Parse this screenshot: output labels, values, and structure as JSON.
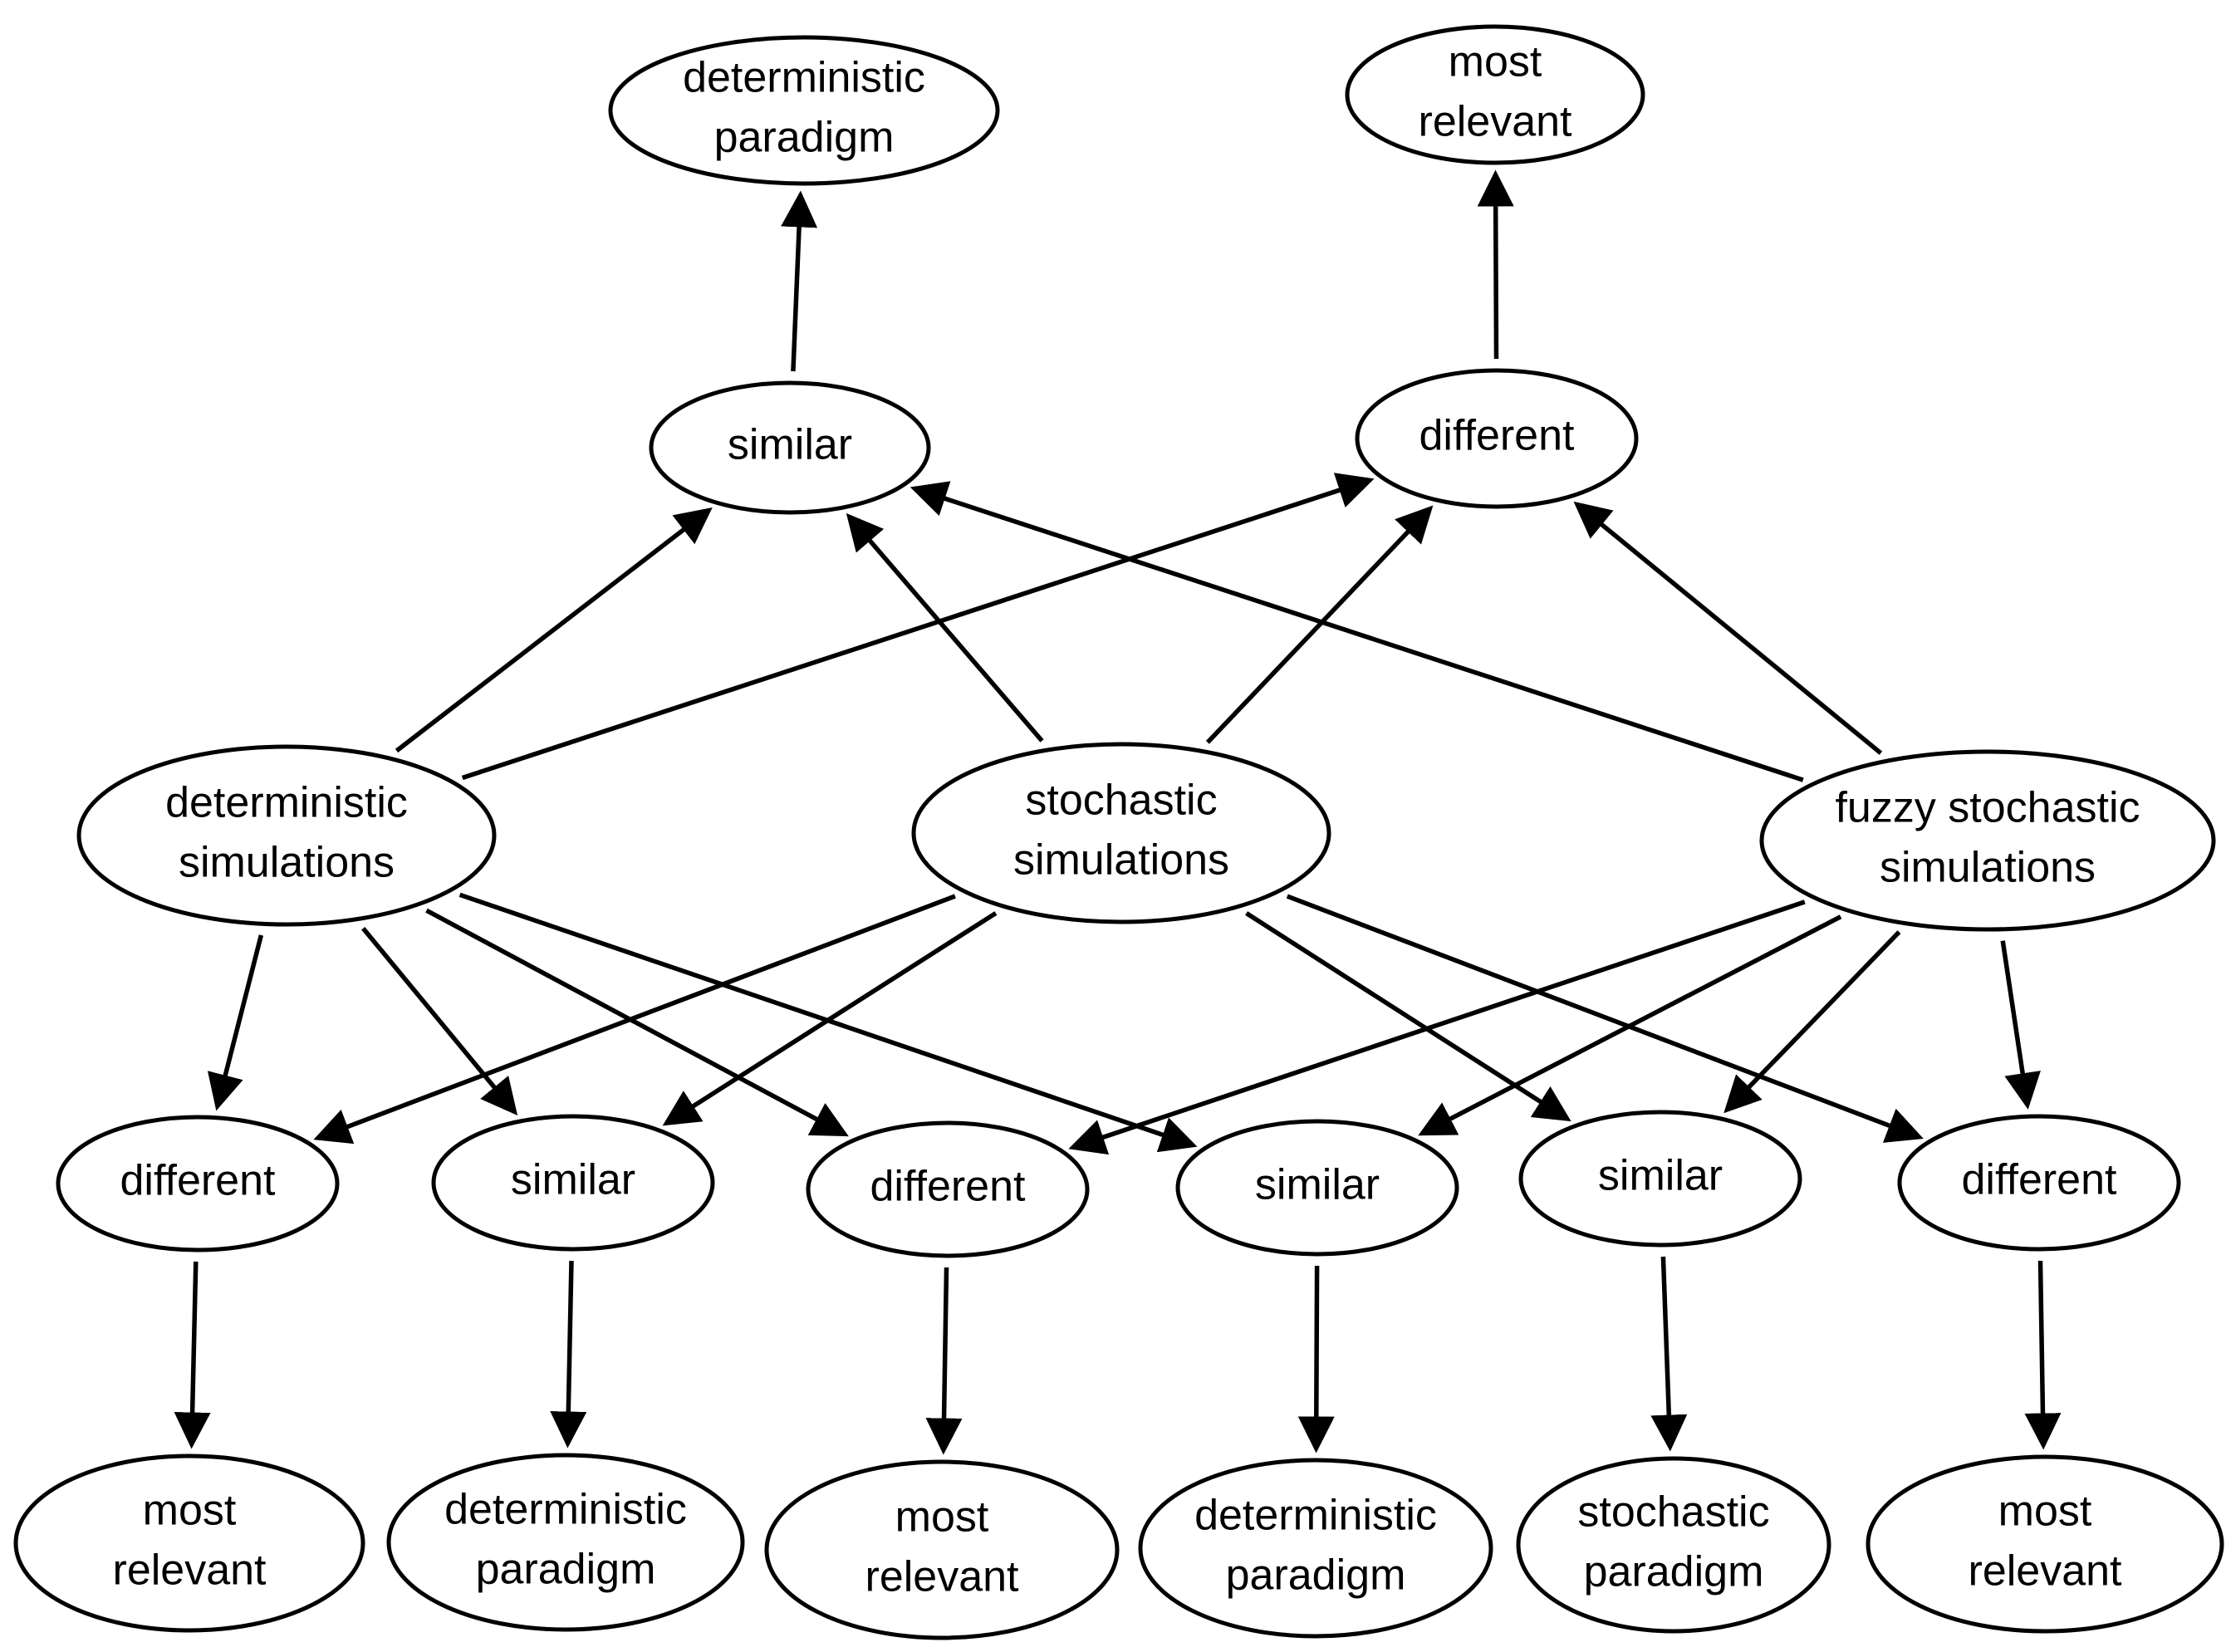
{
  "nodes": {
    "top_similar_result": {
      "lines": [
        "deterministic",
        "paradigm"
      ]
    },
    "top_different_result": {
      "lines": [
        "most",
        "relevant"
      ]
    },
    "top_similar": {
      "lines": [
        "similar"
      ]
    },
    "top_different": {
      "lines": [
        "different"
      ]
    },
    "deterministic_simulations": {
      "lines": [
        "deterministic",
        "simulations"
      ]
    },
    "stochastic_simulations": {
      "lines": [
        "stochastic",
        "simulations"
      ]
    },
    "fuzzy_stochastic_simulations": {
      "lines": [
        "fuzzy stochastic",
        "simulations"
      ]
    },
    "cmp_1": {
      "lines": [
        "different"
      ]
    },
    "cmp_2": {
      "lines": [
        "similar"
      ]
    },
    "cmp_3": {
      "lines": [
        "different"
      ]
    },
    "cmp_4": {
      "lines": [
        "similar"
      ]
    },
    "cmp_5": {
      "lines": [
        "similar"
      ]
    },
    "cmp_6": {
      "lines": [
        "different"
      ]
    },
    "res_1": {
      "lines": [
        "most",
        "relevant"
      ]
    },
    "res_2": {
      "lines": [
        "deterministic",
        "paradigm"
      ]
    },
    "res_3": {
      "lines": [
        "most",
        "relevant"
      ]
    },
    "res_4": {
      "lines": [
        "deterministic",
        "paradigm"
      ]
    },
    "res_5": {
      "lines": [
        "stochastic",
        "paradigm"
      ]
    },
    "res_6": {
      "lines": [
        "most",
        "relevant"
      ]
    }
  },
  "edges": [
    {
      "from": "top_similar",
      "to": "top_similar_result"
    },
    {
      "from": "top_different",
      "to": "top_different_result"
    },
    {
      "from": "deterministic_simulations",
      "to": "top_similar"
    },
    {
      "from": "deterministic_simulations",
      "to": "top_different"
    },
    {
      "from": "stochastic_simulations",
      "to": "top_similar"
    },
    {
      "from": "stochastic_simulations",
      "to": "top_different"
    },
    {
      "from": "fuzzy_stochastic_simulations",
      "to": "top_similar"
    },
    {
      "from": "fuzzy_stochastic_simulations",
      "to": "top_different"
    },
    {
      "from": "deterministic_simulations",
      "to": "cmp_1"
    },
    {
      "from": "deterministic_simulations",
      "to": "cmp_2"
    },
    {
      "from": "deterministic_simulations",
      "to": "cmp_3"
    },
    {
      "from": "deterministic_simulations",
      "to": "cmp_4"
    },
    {
      "from": "stochastic_simulations",
      "to": "cmp_1"
    },
    {
      "from": "stochastic_simulations",
      "to": "cmp_2"
    },
    {
      "from": "stochastic_simulations",
      "to": "cmp_5"
    },
    {
      "from": "stochastic_simulations",
      "to": "cmp_6"
    },
    {
      "from": "fuzzy_stochastic_simulations",
      "to": "cmp_3"
    },
    {
      "from": "fuzzy_stochastic_simulations",
      "to": "cmp_4"
    },
    {
      "from": "fuzzy_stochastic_simulations",
      "to": "cmp_5"
    },
    {
      "from": "fuzzy_stochastic_simulations",
      "to": "cmp_6"
    },
    {
      "from": "cmp_1",
      "to": "res_1"
    },
    {
      "from": "cmp_2",
      "to": "res_2"
    },
    {
      "from": "cmp_3",
      "to": "res_3"
    },
    {
      "from": "cmp_4",
      "to": "res_4"
    },
    {
      "from": "cmp_5",
      "to": "res_5"
    },
    {
      "from": "cmp_6",
      "to": "res_6"
    }
  ]
}
